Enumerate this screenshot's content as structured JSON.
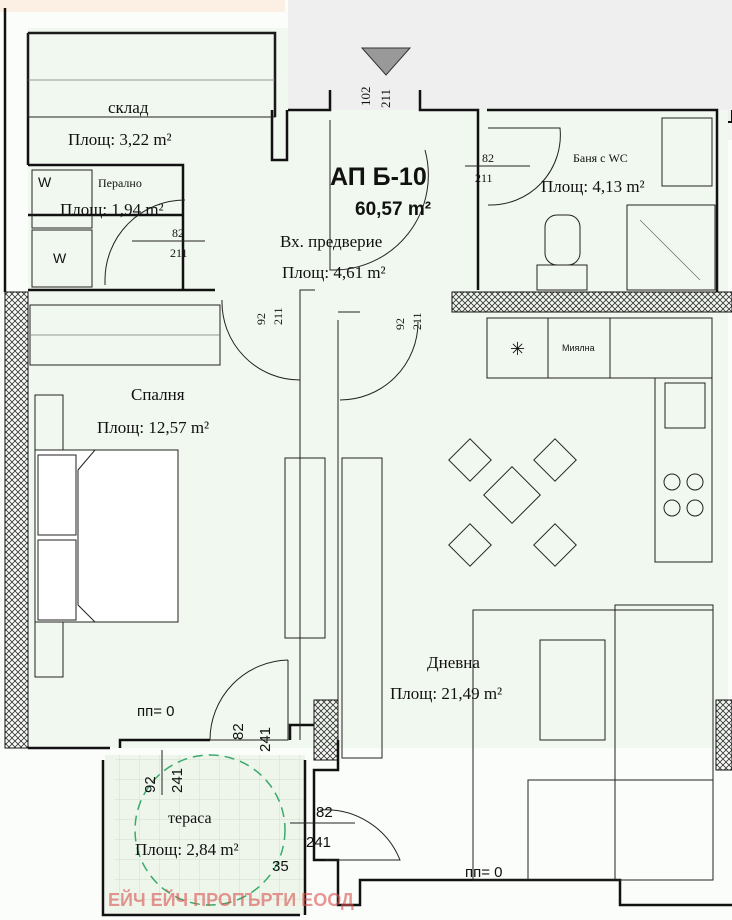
{
  "apartment": {
    "title": "АП Б-10",
    "total_area": "60,57 m²"
  },
  "rooms": [
    {
      "name": "склад",
      "area": "Площ: 3,22 m²"
    },
    {
      "name": "Перално",
      "area": "Площ: 1,94 m²"
    },
    {
      "name": "Вх. предверие",
      "area": "Площ: 4,61 m²"
    },
    {
      "name": "Баня с WC",
      "area": "Площ: 4,13 m²"
    },
    {
      "name": "Спалня",
      "area": "Площ: 12,57 m²"
    },
    {
      "name": "Дневна",
      "area": "Площ: 21,49 m²"
    },
    {
      "name": "тераса",
      "area": "Площ: 2,84 m²"
    }
  ],
  "fixtures": {
    "washer_label": "W",
    "sink_label": "Миялна"
  },
  "dimensions": {
    "entrance_door": [
      "102",
      "211"
    ],
    "bath_door": [
      "82",
      "211"
    ],
    "laundry_door": [
      "82",
      "211"
    ],
    "hall_door_left": [
      "92",
      "211"
    ],
    "hall_door_right": [
      "92",
      "211"
    ],
    "bedroom_balcony_door": [
      "82",
      "241"
    ],
    "terrace_window": [
      "92",
      "241"
    ],
    "living_balcony_door": [
      "82",
      "241"
    ],
    "offset": "35",
    "floor_level_bedroom": "пп= 0",
    "floor_level_living": "пп= 0"
  },
  "watermark": "ЕЙЧ ЕЙЧ ПРОПЪРТИ ЕООД",
  "colors": {
    "floor": "#f1f8ef",
    "corridor": "#efefef",
    "watermark": "#d9534f",
    "terrace_circle": "#3aaa6a"
  }
}
